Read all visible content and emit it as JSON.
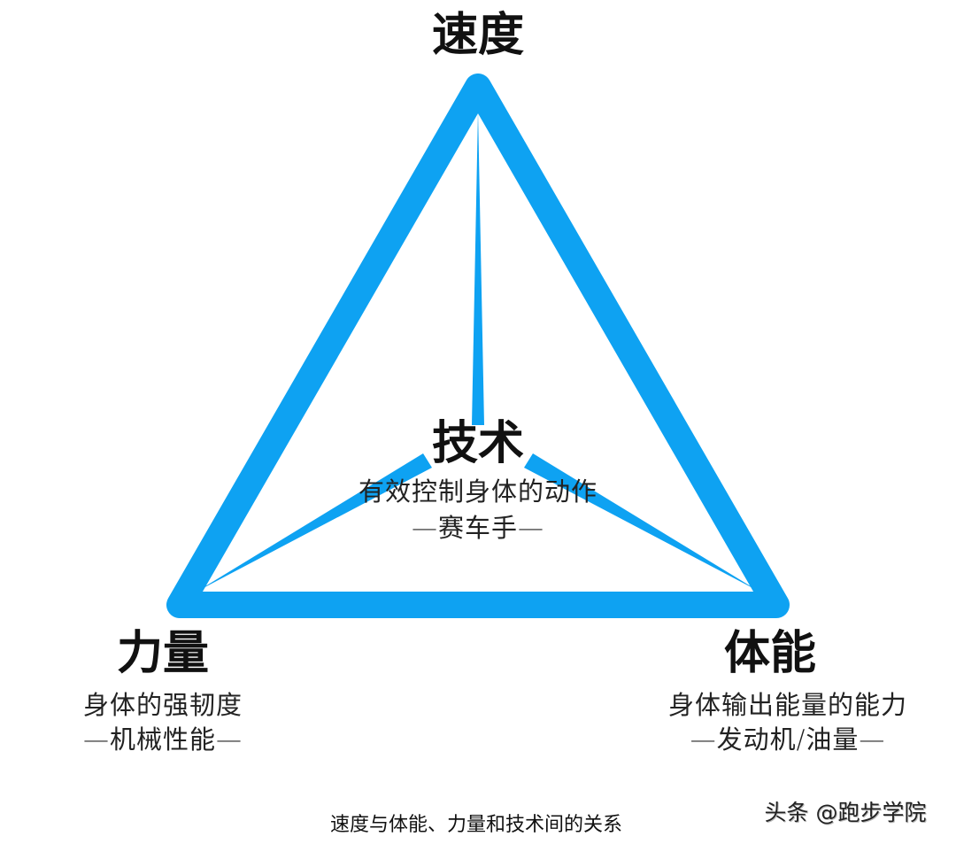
{
  "colors": {
    "triangle": "#0ea2f2",
    "text": "#111111"
  },
  "nodes": {
    "top": {
      "title": "速度"
    },
    "center": {
      "title": "技术",
      "line1": "有效控制身体的动作",
      "line2": "—赛车手—"
    },
    "left": {
      "title": "力量",
      "line1": "身体的强韧度",
      "line2": "—机械性能—"
    },
    "right": {
      "title": "体能",
      "line1": "身体输出能量的能力",
      "line2": "—发动机/油量—"
    }
  },
  "caption": "速度与体能、力量和技术间的关系",
  "watermark": "头条 @跑步学院"
}
